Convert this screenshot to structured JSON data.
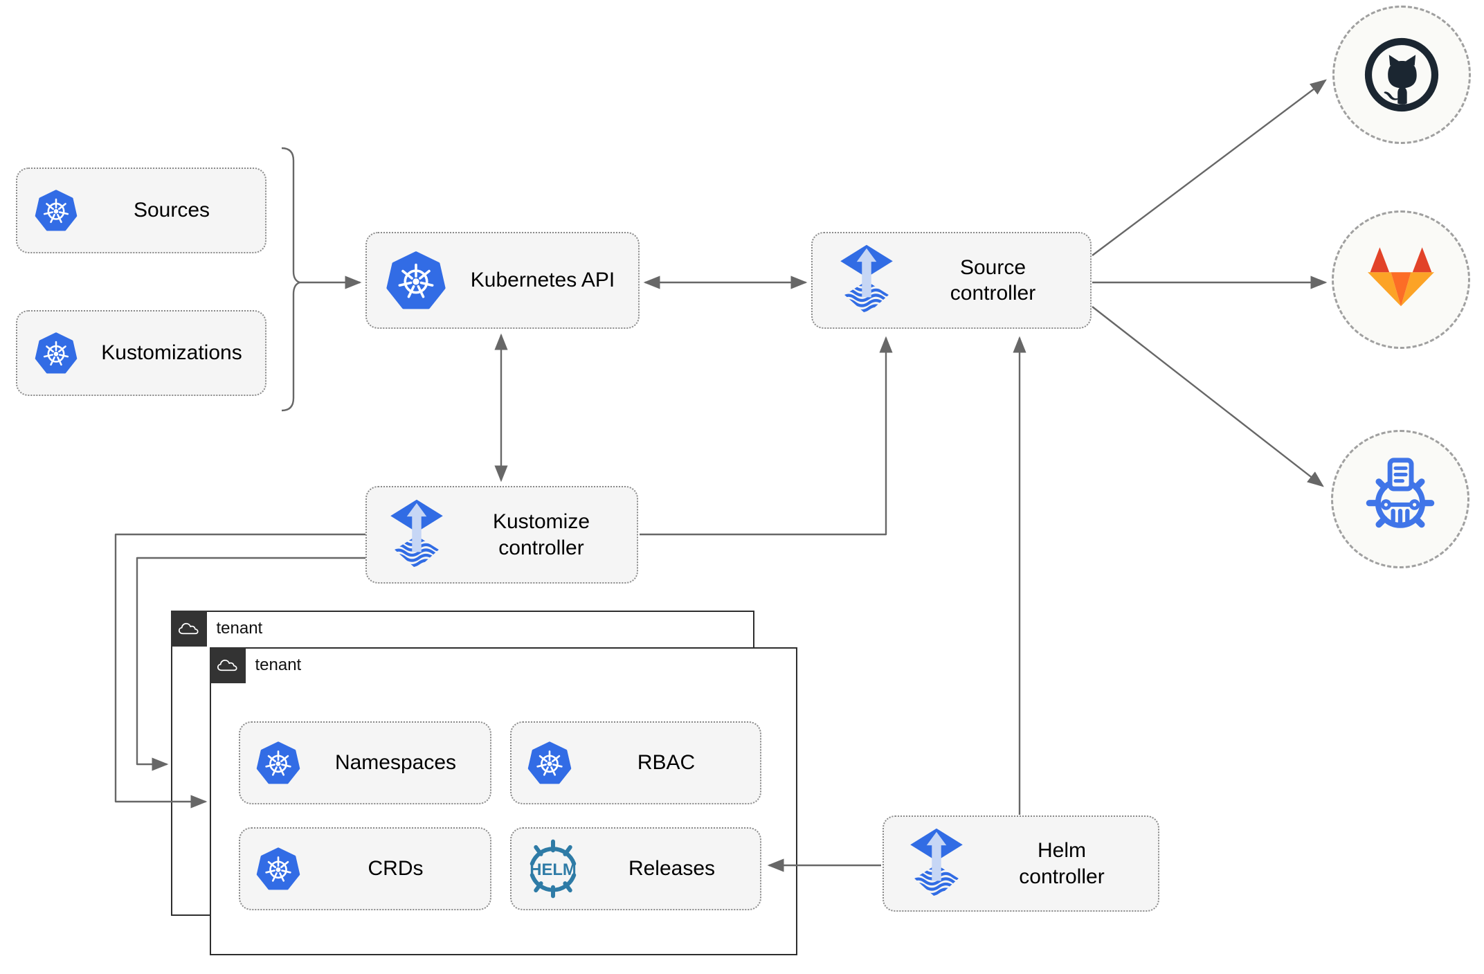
{
  "nodes": {
    "sources": {
      "label": "Sources",
      "icon": "kubernetes-icon"
    },
    "kustomizations": {
      "label": "Kustomizations",
      "icon": "kubernetes-icon"
    },
    "kubernetes_api": {
      "label": "Kubernetes API",
      "icon": "kubernetes-icon"
    },
    "source_controller": {
      "label": "Source\ncontroller",
      "icon": "flux-icon"
    },
    "kustomize_controller": {
      "label": "Kustomize\ncontroller",
      "icon": "flux-icon"
    },
    "helm_controller": {
      "label": "Helm\ncontroller",
      "icon": "flux-icon"
    },
    "tenant_outer": {
      "label": "tenant",
      "icon": "cloud-icon"
    },
    "tenant_inner": {
      "label": "tenant",
      "icon": "cloud-icon"
    },
    "namespaces": {
      "label": "Namespaces",
      "icon": "kubernetes-icon"
    },
    "rbac": {
      "label": "RBAC",
      "icon": "kubernetes-icon"
    },
    "crds": {
      "label": "CRDs",
      "icon": "kubernetes-icon"
    },
    "releases": {
      "label": "Releases",
      "icon": "helm-icon"
    }
  },
  "endpoints": {
    "github": {
      "icon": "github-icon"
    },
    "gitlab": {
      "icon": "gitlab-icon"
    },
    "chart_repository": {
      "icon": "chartmuseum-icon"
    }
  },
  "helm_logo_text": "HELM",
  "colors": {
    "kubernetes_blue": "#326CE5",
    "flux_blue": "#316CE4",
    "flux_arrow_light": "#C6D6F5",
    "helm_teal": "#2E7BA6",
    "github_dark": "#1B2631",
    "gitlab_red": "#E24329",
    "gitlab_orange": "#FC6D26",
    "gitlab_amber": "#FCA326",
    "chartmuseum_blue": "#4075E8",
    "line_gray": "#676767",
    "node_fill": "#F5F5F5",
    "node_border": "#8A8A8A",
    "tenant_border": "#2E2E2E",
    "tenant_header_bg": "#333333",
    "circle_fill": "#FAFAF7",
    "circle_border": "#A0A0A0",
    "text_color": "#000000"
  }
}
